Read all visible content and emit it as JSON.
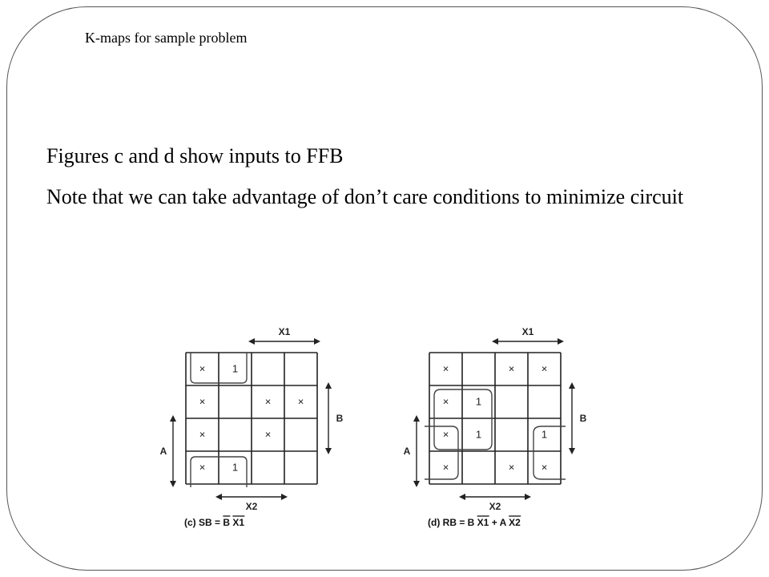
{
  "slide": {
    "title": "K-maps for sample problem",
    "paragraphs": [
      "Figures c and d show inputs to FFB",
      "Note that we can take advantage of don’t care conditions to minimize circuit"
    ]
  },
  "kmaps": [
    {
      "id": "c",
      "labels": {
        "top": "X1",
        "right": "B",
        "left": "A",
        "bottom": "X2"
      },
      "caption": {
        "prefix": "(c) SB = ",
        "terms": [
          {
            "text": "B",
            "bar": true
          },
          {
            "text": " "
          },
          {
            "text": "X1",
            "bar": true
          }
        ]
      },
      "cells": [
        [
          "×",
          "1",
          "",
          ""
        ],
        [
          "×",
          "",
          "×",
          "×"
        ],
        [
          "×",
          "",
          "×",
          ""
        ],
        [
          "×",
          "1",
          "",
          ""
        ]
      ]
    },
    {
      "id": "d",
      "labels": {
        "top": "X1",
        "right": "B",
        "left": "A",
        "bottom": "X2"
      },
      "caption": {
        "prefix": "(d) RB = ",
        "terms": [
          {
            "text": "B "
          },
          {
            "text": "X1",
            "bar": true
          },
          {
            "text": " + A "
          },
          {
            "text": "X2",
            "bar": true
          }
        ]
      },
      "cells": [
        [
          "×",
          "",
          "×",
          "×"
        ],
        [
          "×",
          "1",
          "",
          ""
        ],
        [
          "×",
          "1",
          "",
          "1"
        ],
        [
          "×",
          "",
          "×",
          "×"
        ]
      ]
    }
  ]
}
